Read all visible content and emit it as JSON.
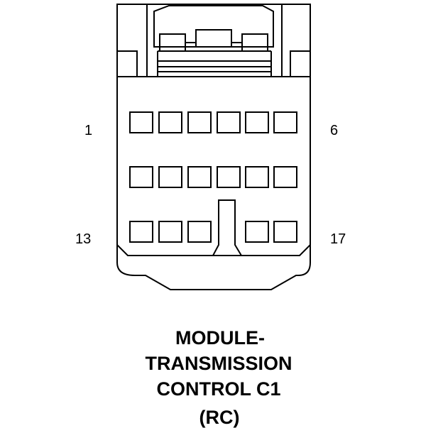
{
  "connector": {
    "pin_labels": {
      "top_left": "1",
      "top_right": "6",
      "bottom_left": "13",
      "bottom_right": "17"
    },
    "caption_lines": [
      "MODULE-",
      "TRANSMISSION",
      "CONTROL C1",
      "(RC)"
    ],
    "colors": {
      "line": "#000000",
      "background": "#ffffff"
    }
  }
}
